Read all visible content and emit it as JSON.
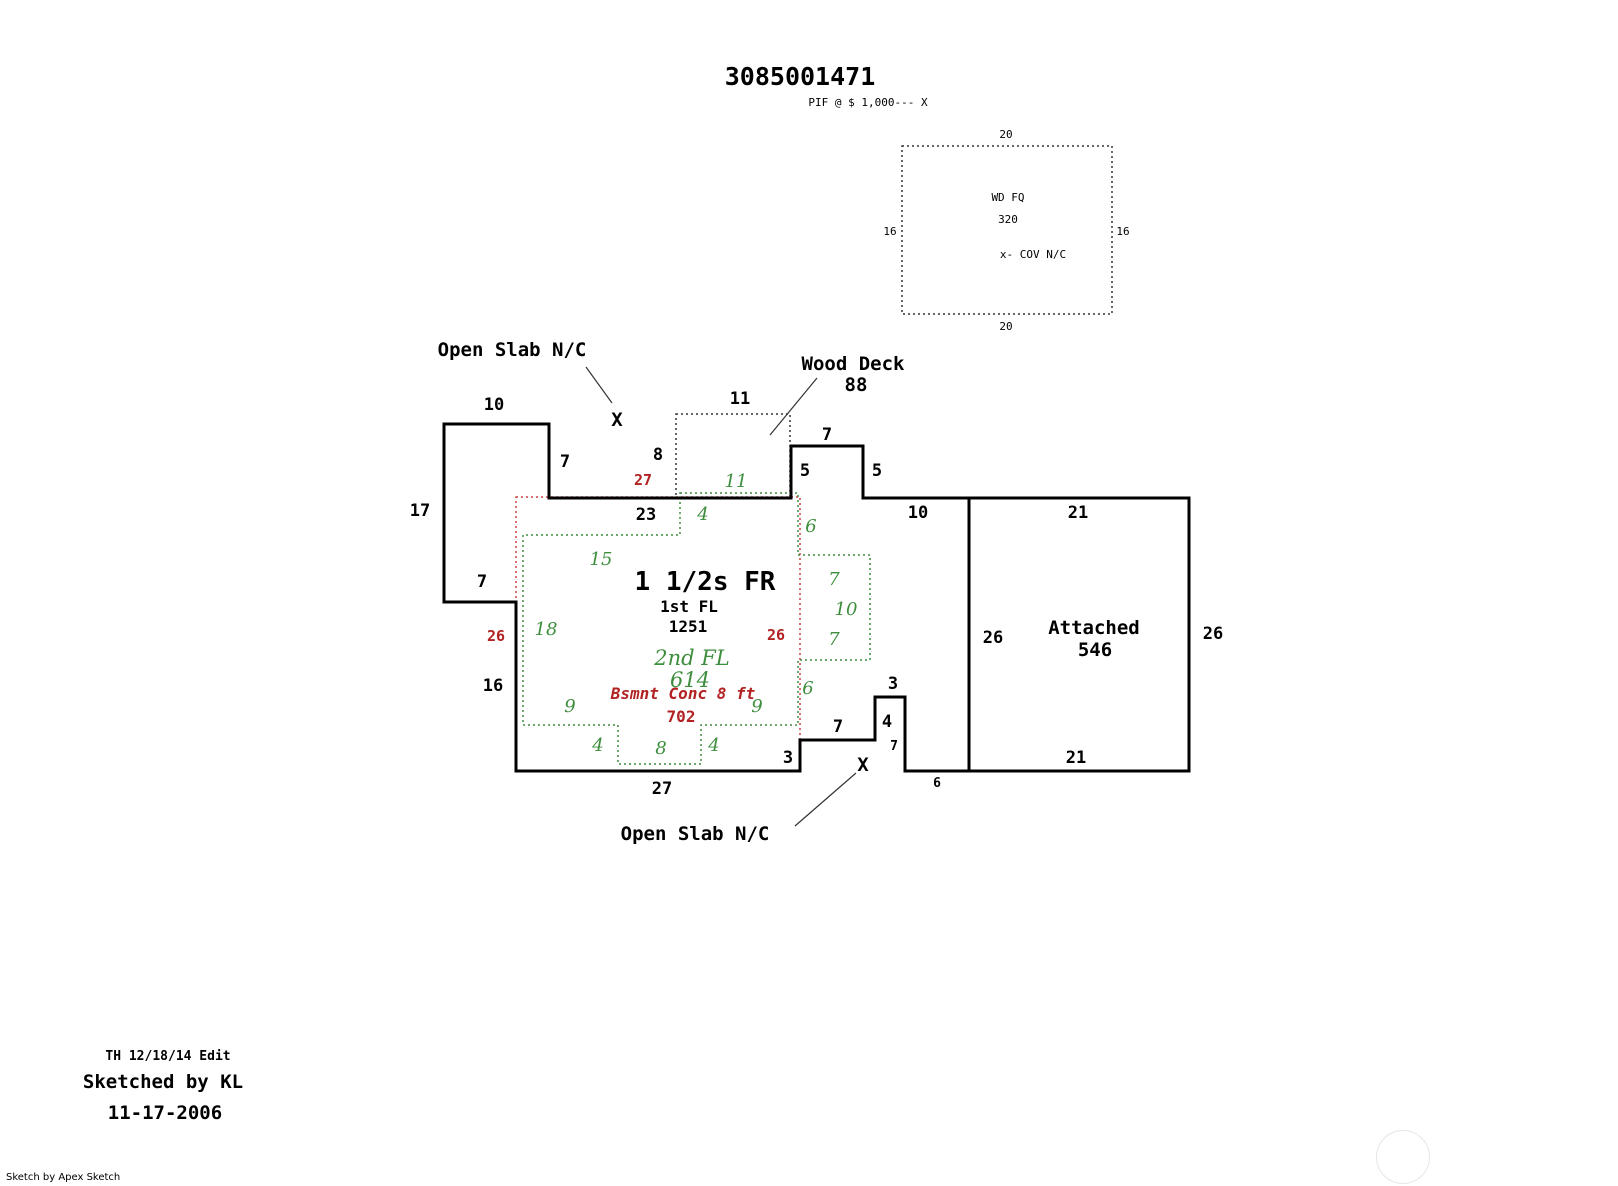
{
  "header": {
    "parcel_id": "3085001471",
    "pif_note": "PIF @ $ 1,000--- X"
  },
  "wood_fq_box": {
    "label": "WD FQ",
    "area": "320",
    "note": "x- COV N/C",
    "dims": {
      "top": "20",
      "bottom": "20",
      "left": "16",
      "right": "16"
    }
  },
  "callouts": {
    "open_slab_top": "Open Slab N/C",
    "open_slab_bottom": "Open Slab N/C",
    "x_mark_top": "X",
    "x_mark_bottom": "X",
    "wood_deck_label": "Wood Deck",
    "wood_deck_area": "88"
  },
  "main_house": {
    "title": "1 1/2s FR",
    "floor1_label": "1st FL",
    "floor1_area": "1251",
    "floor2_label": "2nd FL",
    "floor2_area": "614",
    "basement_label": "Bsmnt Conc 8 ft",
    "basement_area": "702"
  },
  "garage": {
    "label": "Attached",
    "area": "546"
  },
  "dimensions": {
    "outer_black": [
      "10",
      "7",
      "8",
      "11",
      "7",
      "5",
      "5",
      "17",
      "23",
      "10",
      "21",
      "7",
      "16",
      "27",
      "3",
      "7",
      "4",
      "3",
      "7",
      "6",
      "26",
      "26",
      "21"
    ],
    "basement_red": [
      "27",
      "26",
      "26"
    ],
    "second_floor_green": [
      "11",
      "4",
      "6",
      "15",
      "7",
      "10",
      "7",
      "18",
      "6",
      "9",
      "9",
      "4",
      "8",
      "4"
    ]
  },
  "footer": {
    "edit_note": "TH 12/18/14 Edit",
    "sketched_by": "Sketched by KL",
    "date": "11-17-2006",
    "credit": "Sketch by Apex Sketch"
  },
  "colors": {
    "walls": "#000000",
    "basement": "#b22222",
    "second_floor": "#3e8e3e"
  }
}
